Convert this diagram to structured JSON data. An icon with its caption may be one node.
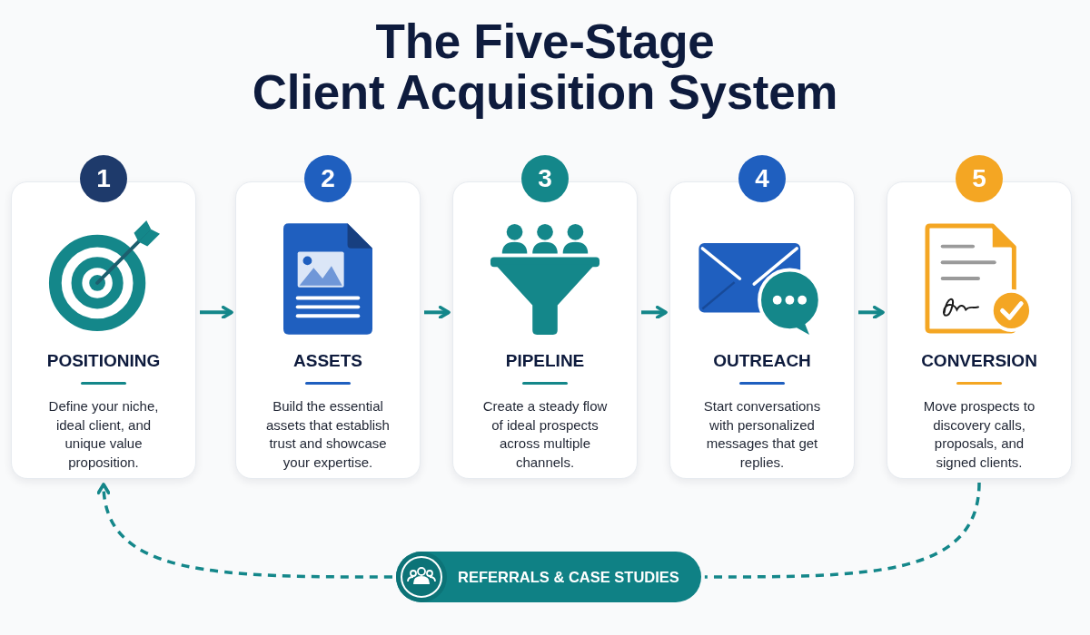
{
  "diagram": {
    "title": "The Five-Stage Client Acquisition System",
    "nodes": [
      {
        "text": [
          "1"
        ]
      },
      {
        "text": [
          "POSITIONING",
          "Define your niche, ideal client, and unique value proposition."
        ]
      },
      {
        "text": [
          "2"
        ]
      },
      {
        "text": [
          "ASSETS",
          "Build the essential assets that establish trust and showcase your expertise."
        ]
      },
      {
        "text": [
          "3"
        ]
      },
      {
        "text": [
          "PIPELINE",
          "Create a steady flow of ideal prospects across multiple channels."
        ]
      },
      {
        "text": [
          "4"
        ]
      },
      {
        "text": [
          "OUTREACH",
          "Start conversations with personalized messages that get replies."
        ]
      },
      {
        "text": [
          "5"
        ]
      },
      {
        "text": [
          "CONVERSION",
          "Move prospects to discovery calls, proposals, and signed clients."
        ]
      },
      {
        "text": [
          "REFERRALS & CASE STUDIES"
        ]
      }
    ],
    "edges": [
      {
        "from": 1,
        "to": 3,
        "arrow": "to"
      },
      {
        "from": 3,
        "to": 5,
        "arrow": "to"
      },
      {
        "from": 5,
        "to": 7,
        "arrow": "to"
      },
      {
        "from": 7,
        "to": 9,
        "arrow": "to"
      },
      {
        "from": 9,
        "to": 10,
        "arrow": "none",
        "style": "dashed"
      },
      {
        "from": 10,
        "to": 1,
        "arrow": "to",
        "style": "dashed"
      }
    ]
  }
}
